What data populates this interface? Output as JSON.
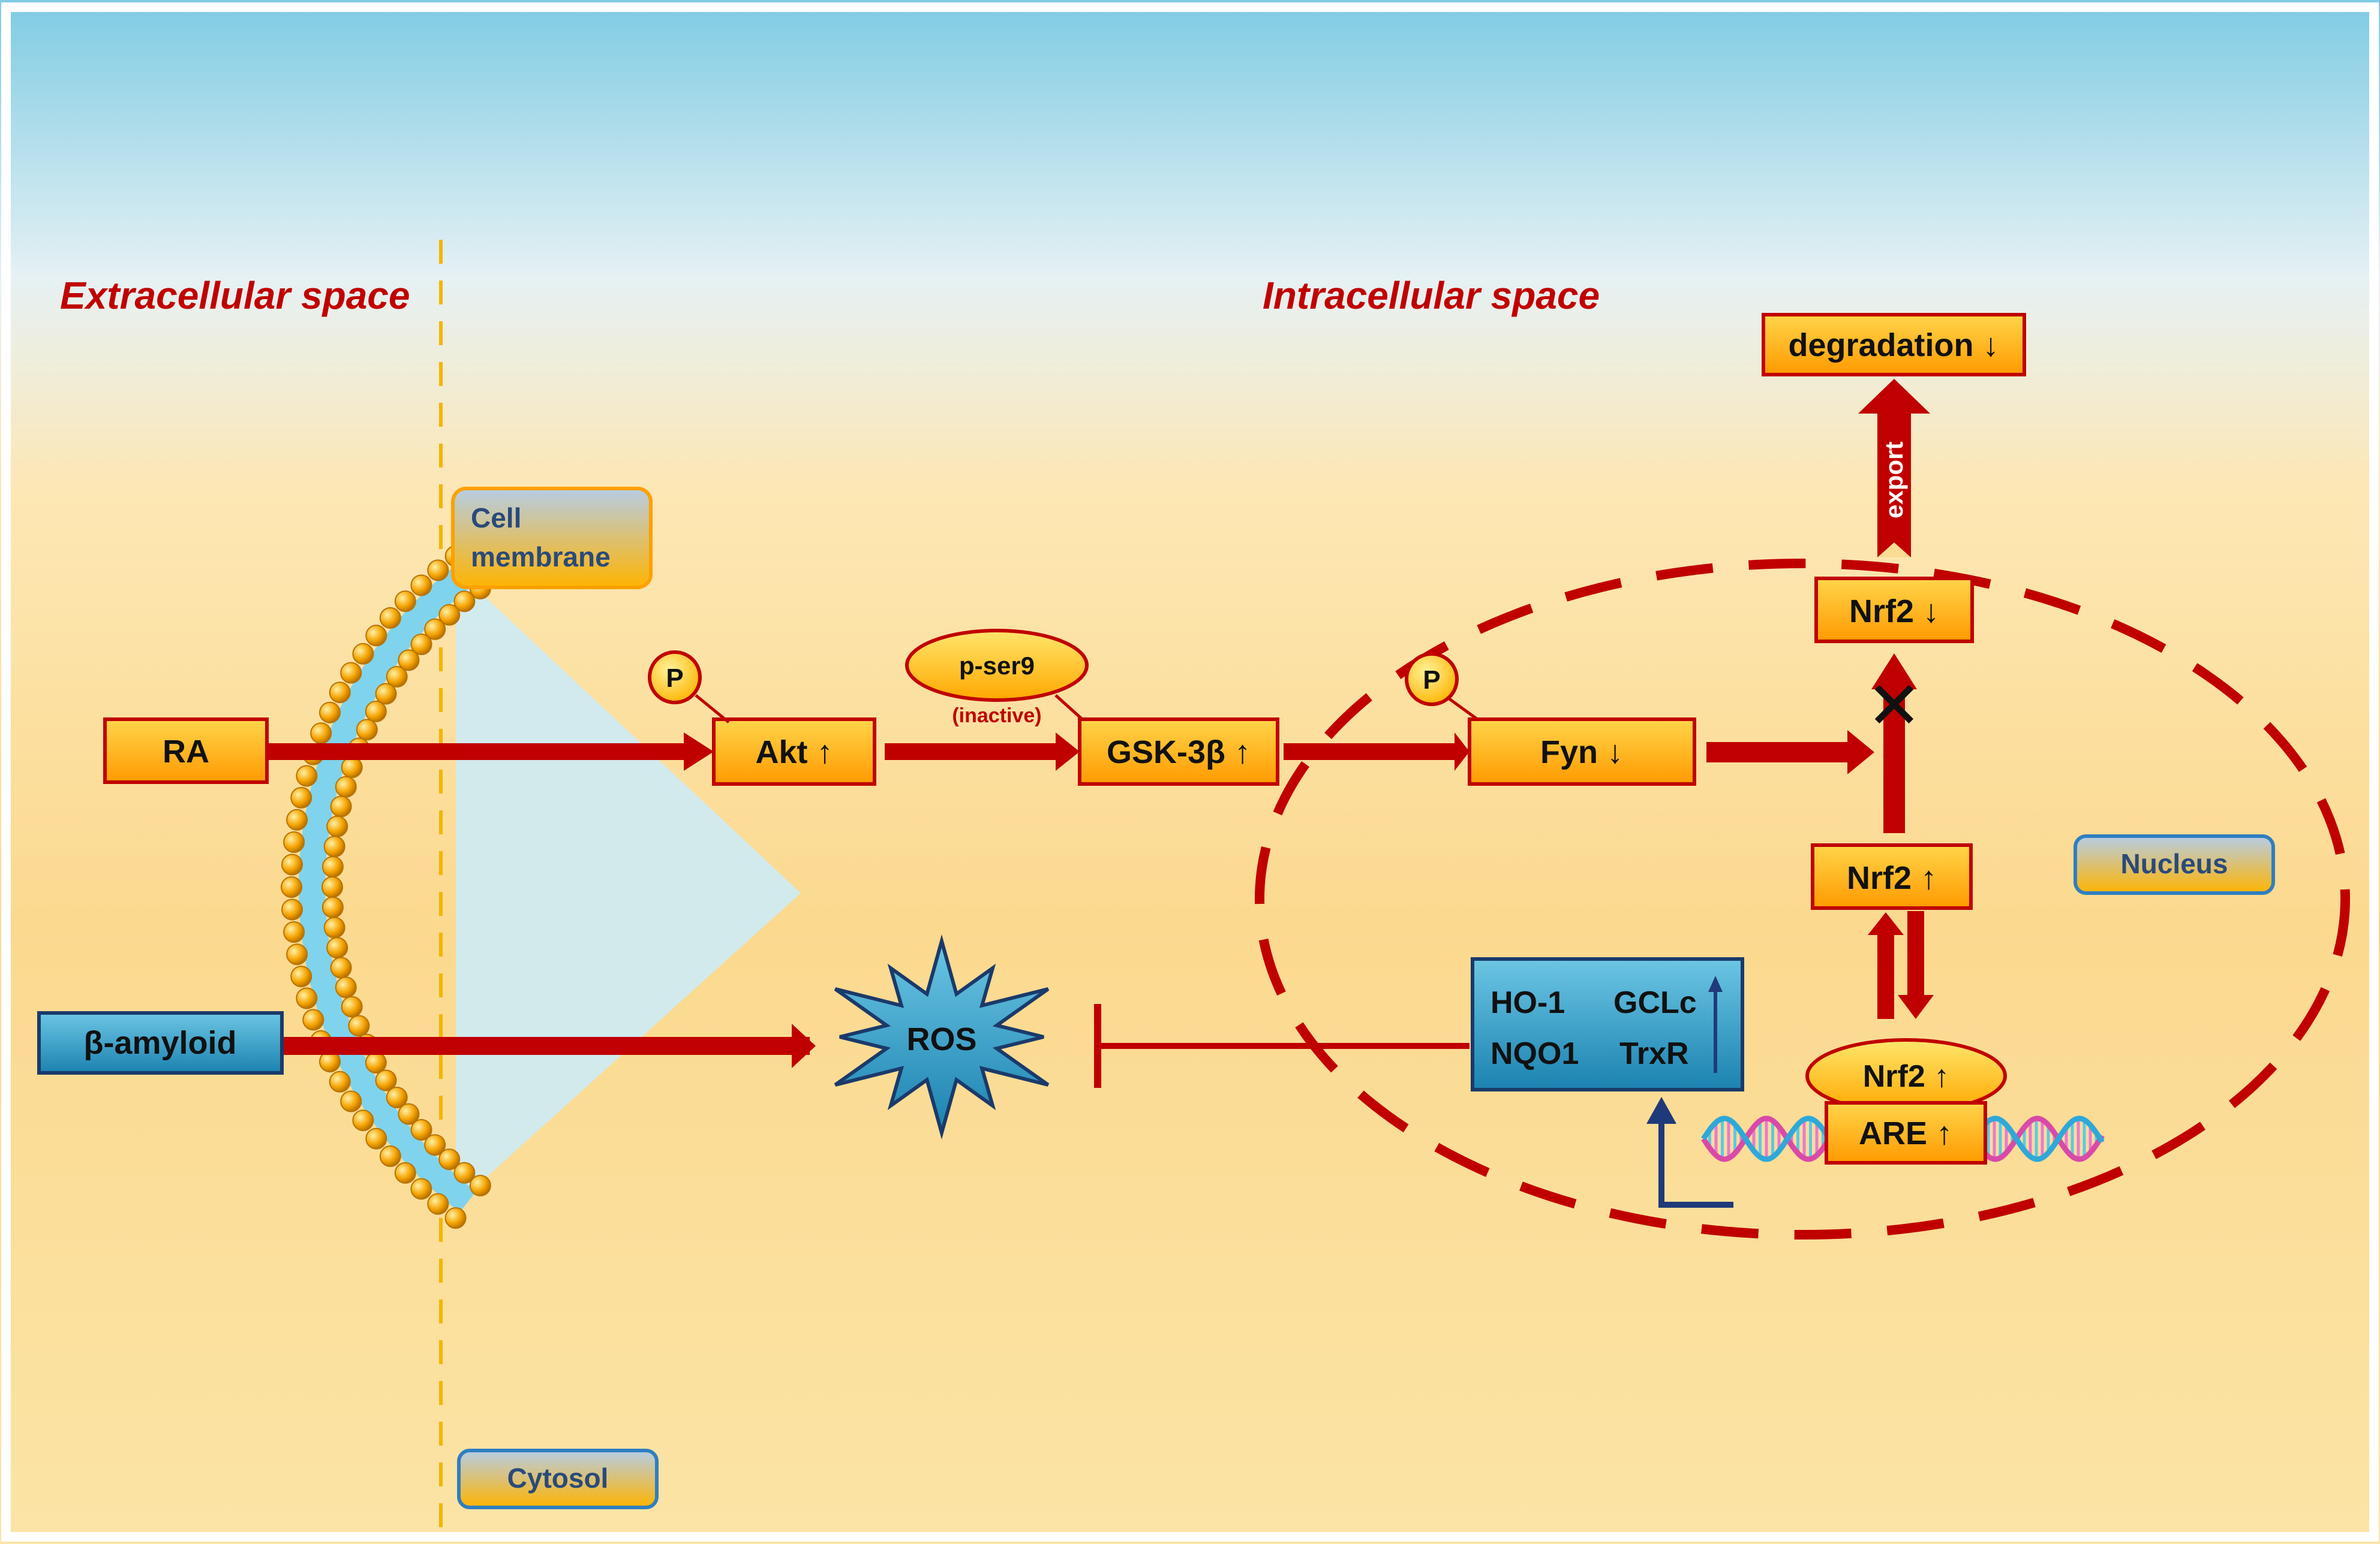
{
  "labels": {
    "extracellular": "Extracellular space",
    "intracellular": "Intracellular space",
    "cell_membrane_l1": "Cell",
    "cell_membrane_l2": "membrane",
    "cytosol": "Cytosol",
    "nucleus": "Nucleus"
  },
  "nodes": {
    "ra": "RA",
    "akt": "Akt ↑",
    "gsk": "GSK-3β ↑",
    "fyn": "Fyn ↓",
    "nrf2_top": "Nrf2 ↓",
    "nrf2_mid": "Nrf2 ↑",
    "nrf2_bound": "Nrf2 ↑",
    "are": "ARE ↑",
    "degradation": "degradation ↓",
    "beta_amyloid": "β-amyloid",
    "ros": "ROS",
    "p_ser9": "p-ser9",
    "inactive": "(inactive)",
    "p1": "P",
    "p2": "P",
    "export": "export",
    "x_mark": "✕"
  },
  "genes": {
    "ho1": "HO-1",
    "gclc": "GCLc",
    "nqo1": "NQO1",
    "trxr": "TrxR"
  },
  "colors": {
    "arrow_red": "#c00000",
    "box_fill": "#ffb000",
    "box_border": "#c00000",
    "blue_box": "#1f6f9a",
    "label_red": "#c00000",
    "bg_top": "#86d0e6",
    "bg_bottom": "#fadd98"
  }
}
